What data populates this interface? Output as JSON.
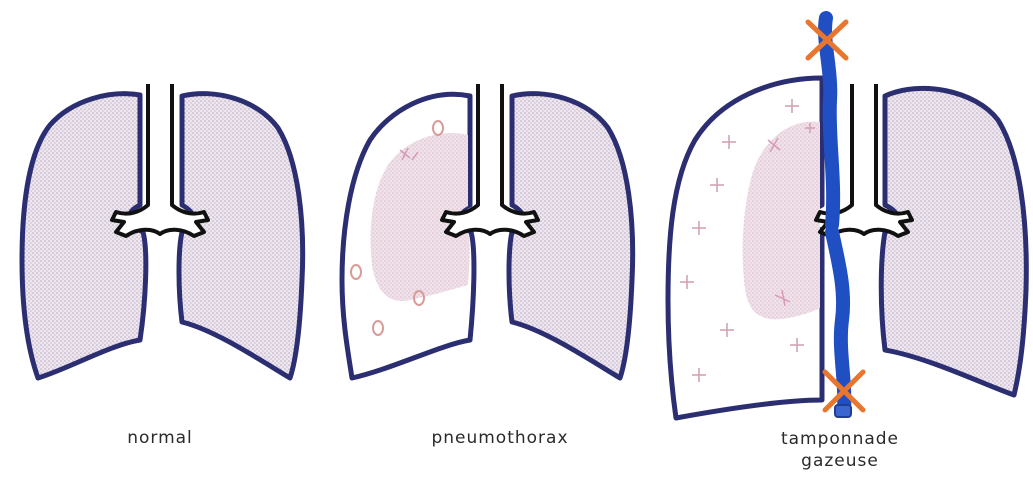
{
  "panels": [
    {
      "id": "normal",
      "caption": "normal"
    },
    {
      "id": "pneumothorax",
      "caption": "pneumothorax"
    },
    {
      "id": "tamponnade",
      "caption_line1": "tamponnade",
      "caption_line2": "gazeuse"
    }
  ],
  "colors": {
    "outline": "#2c2e72",
    "lung_fill": "#e9dfe8",
    "pleural_air_mark": "#d99a9a",
    "collapsed_lung_fill": "#eedde6",
    "drain_tube": "#1f4fc2",
    "clamp_cross": "#e8762e"
  },
  "icons": {
    "clamp": "x-cross-clamp",
    "air_bubble": "circle-o",
    "tension_air": "plus-sign"
  }
}
